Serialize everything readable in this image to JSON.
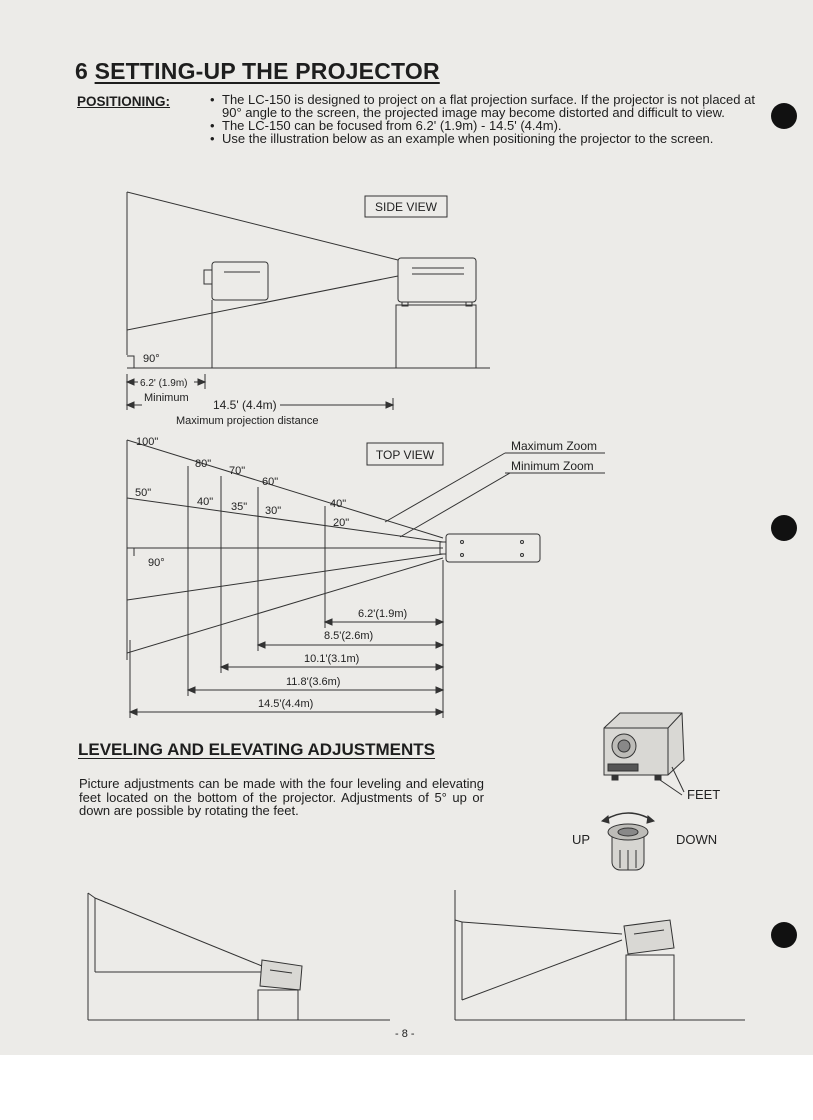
{
  "section": {
    "number": "6",
    "title": "SETTING-UP THE PROJECTOR"
  },
  "positioning": {
    "label": "POSITIONING:",
    "bullets": [
      "The LC-150 is designed to project on a flat projection surface.  If the projector is not placed at 90° angle to the screen, the projected image may become distorted and difficult to view.",
      "The LC-150 can be focused from 6.2' (1.9m) - 14.5' (4.4m).",
      "Use the illustration below as an example when positioning  the projector to the screen."
    ]
  },
  "side_view": {
    "label": "SIDE VIEW",
    "angle": "90°",
    "min_distance": "6.2' (1.9m)",
    "min_label": "Minimum",
    "max_distance": "14.5' (4.4m)",
    "max_caption": "Maximum projection distance"
  },
  "top_view": {
    "label": "TOP VIEW",
    "angle": "90°",
    "max_zoom": "Maximum Zoom",
    "min_zoom": "Minimum Zoom",
    "sizes": [
      "100\"",
      "80\"",
      "70\"",
      "60\"",
      "50\"",
      "40\"",
      "35\"",
      "30\"",
      "40\"",
      "20\""
    ],
    "distances": [
      "6.2'(1.9m)",
      "8.5'(2.6m)",
      "10.1'(3.1m)",
      "11.8'(3.6m)",
      "14.5'(4.4m)"
    ]
  },
  "leveling": {
    "heading": "LEVELING AND ELEVATING ADJUSTMENTS",
    "text": "Picture adjustments can be made with the four leveling and elevating feet  located on the bottom of the projector. Adjustments of 5° up or down are  possible by rotating the feet.",
    "feet_label": "FEET",
    "up_label": "UP",
    "down_label": "DOWN"
  },
  "page_number": "- 8 -",
  "colors": {
    "paper": "#ecebe8",
    "ink": "#1e1e1e",
    "punch_hole": "#111111"
  }
}
